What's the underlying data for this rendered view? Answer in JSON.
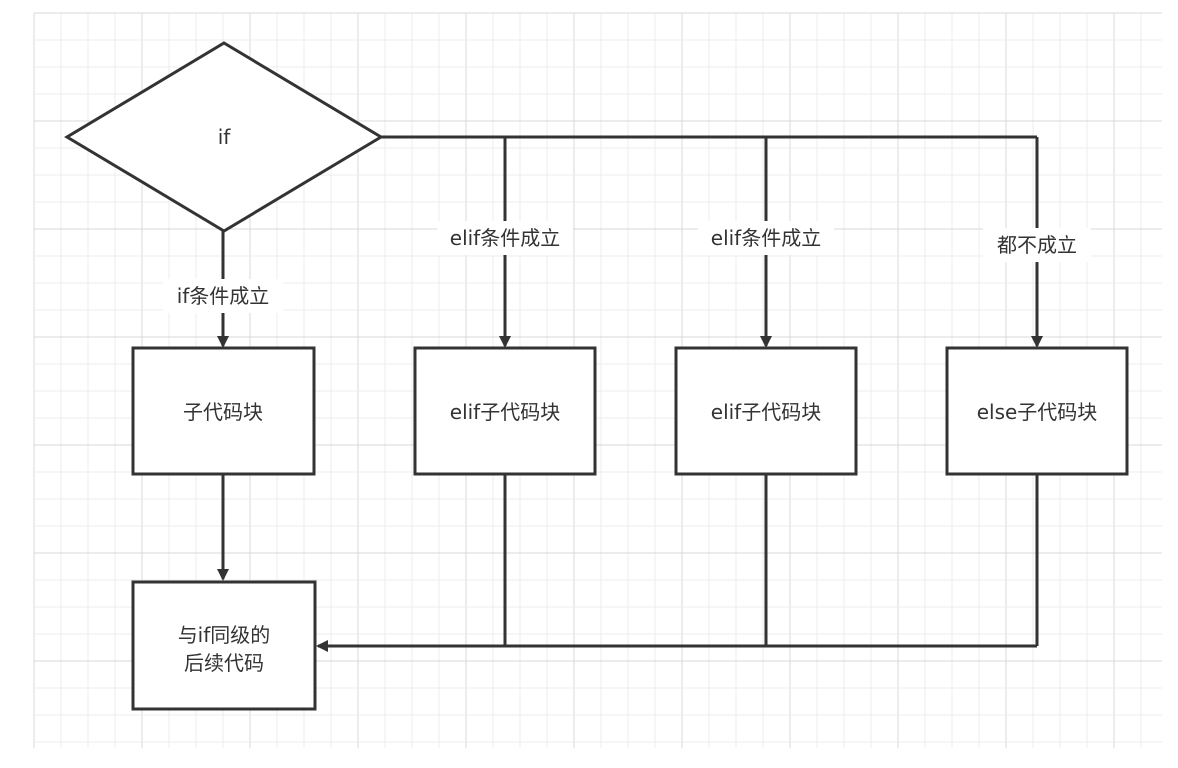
{
  "diagram": {
    "decision": {
      "label": "if"
    },
    "branch_labels": {
      "if_true": "if条件成立",
      "elif_1": "elif条件成立",
      "elif_2": "elif条件成立",
      "else": "都不成立"
    },
    "blocks": {
      "if_block": "子代码块",
      "elif_block_1": "elif子代码块",
      "elif_block_2": "elif子代码块",
      "else_block": "else子代码块"
    },
    "merge": {
      "line1": "与if同级的",
      "line2": "后续代码"
    }
  },
  "colors": {
    "stroke": "#333333",
    "grid_minor": "#ececec",
    "grid_major": "#d9d9d9",
    "background": "#ffffff"
  }
}
